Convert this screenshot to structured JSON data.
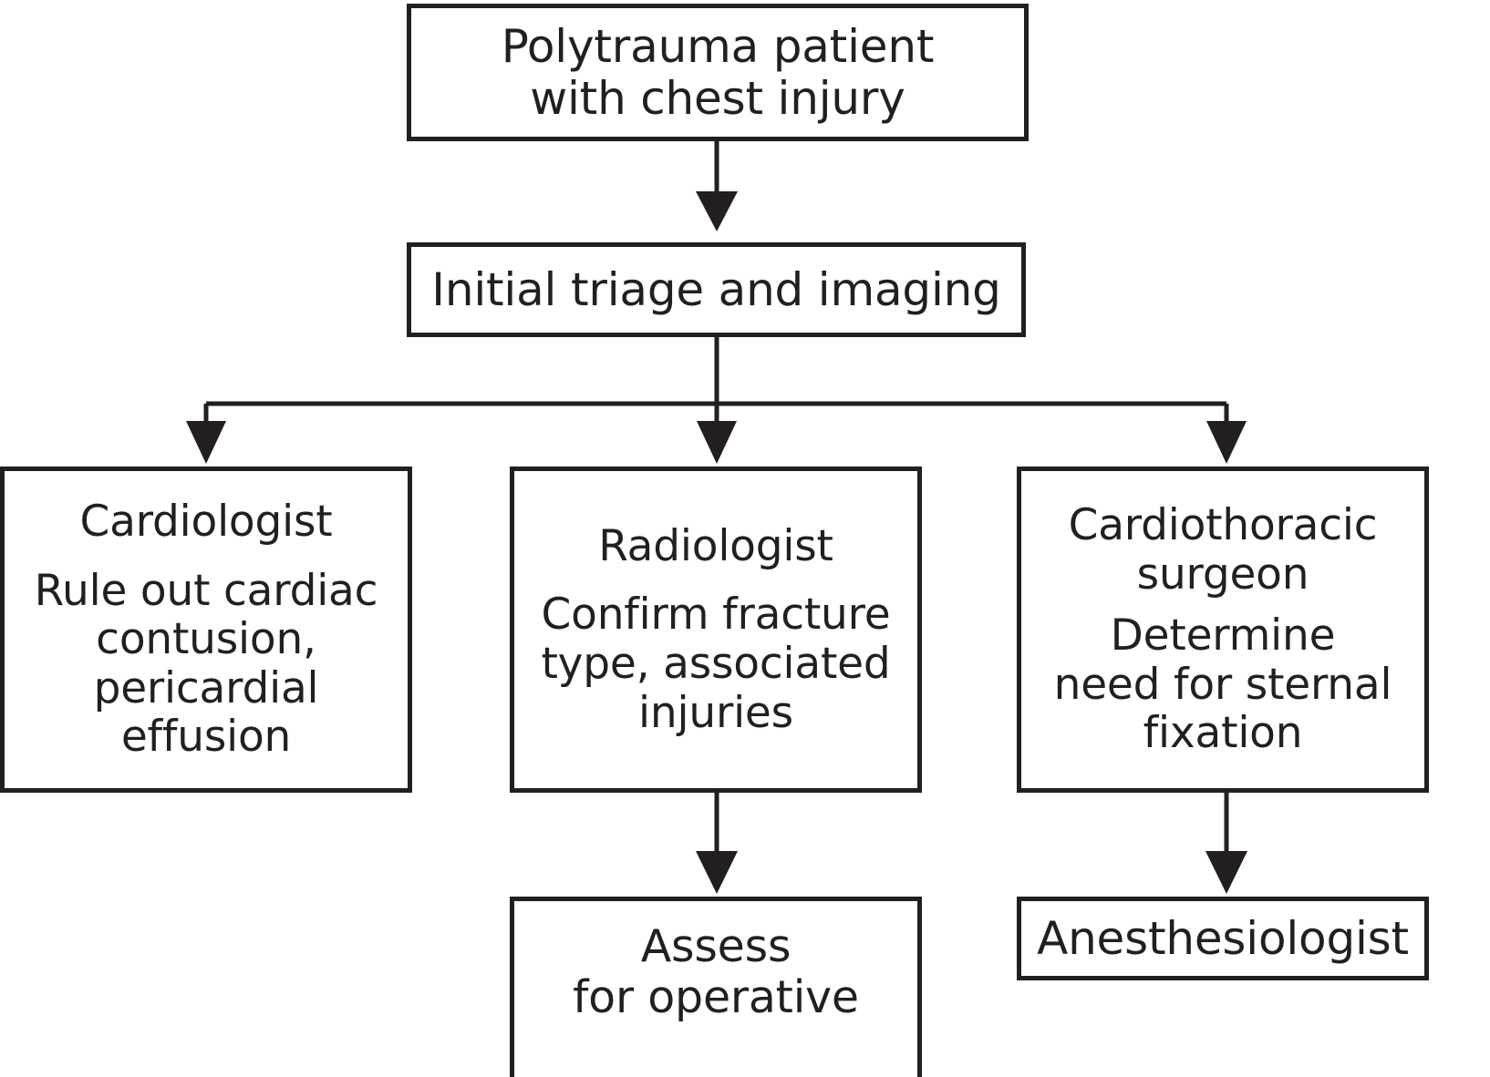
{
  "diagram": {
    "kind": "flowchart",
    "orientation": "top-down",
    "line_color": "#231f20",
    "background_color": "#ffffff",
    "nodes": {
      "root": {
        "title": "Polytrauma patient\nwith chest injury"
      },
      "triage": {
        "title": "Initial triage and imaging"
      },
      "cardiologist": {
        "title": "Cardiologist",
        "body": "Rule out cardiac\ncontusion,\npericardial\neffusion"
      },
      "radiologist": {
        "title": "Radiologist",
        "body": "Confirm fracture\ntype, associated\ninjuries"
      },
      "cardiothoracic_surgeon": {
        "title": "Cardiothoracic\nsurgeon",
        "body": "Determine\nneed for sternal\nfixation"
      },
      "assess": {
        "title": "Assess\nfor operative"
      },
      "anesthesiologist": {
        "title": "Anesthesiologist"
      }
    }
  }
}
